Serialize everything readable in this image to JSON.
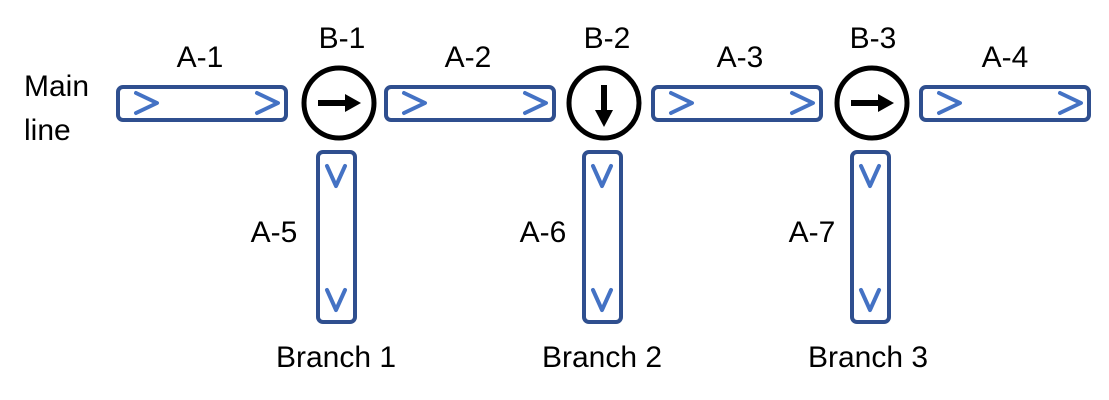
{
  "main_line_label": [
    "Main",
    "line"
  ],
  "segments": {
    "a1": "A-1",
    "a2": "A-2",
    "a3": "A-3",
    "a4": "A-4",
    "a5": "A-5",
    "a6": "A-6",
    "a7": "A-7"
  },
  "junctions": {
    "b1": {
      "label": "B-1",
      "arrow": "right-arrow"
    },
    "b2": {
      "label": "B-2",
      "arrow": "down-arrow"
    },
    "b3": {
      "label": "B-3",
      "arrow": "right-arrow"
    }
  },
  "branches": {
    "branch1": "Branch 1",
    "branch2": "Branch 2",
    "branch3": "Branch 3"
  },
  "colors": {
    "pipe_border": "#2F4F8F",
    "chevron": "#4472C4",
    "junction_border": "#000000",
    "text": "#000000"
  }
}
